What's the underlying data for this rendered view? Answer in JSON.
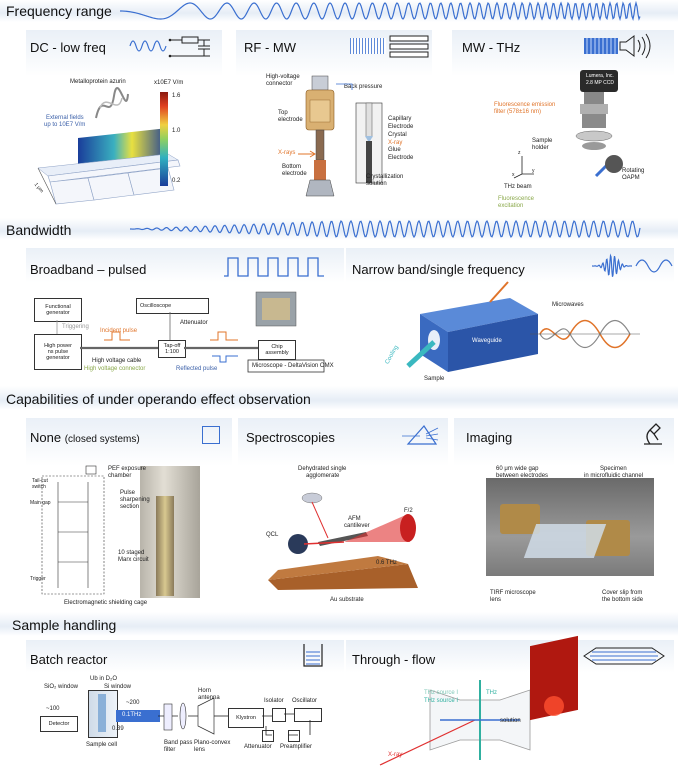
{
  "sections": {
    "frequency": "Frequency range",
    "bandwidth": "Bandwidth",
    "capabilities": "Capabilities of under operando effect observation",
    "sample": "Sample handling"
  },
  "panels": {
    "dc": {
      "title": "DC - low freq",
      "protein": "Metalloprotein azurin",
      "fields_1": "External fields",
      "fields_2": "up to 10E7 V/m",
      "scale_unit": "x10E7 V/m",
      "scale_ticks": [
        "1.6",
        "1.0",
        "0.2"
      ],
      "length": "1 μm"
    },
    "rf": {
      "title": "RF - MW",
      "hv_1": "High-voltage",
      "hv_2": "connector",
      "back_pressure": "Back pressure",
      "top_1": "Top",
      "top_2": "electrode",
      "capillary": "Capillary",
      "electrode": "Electrode",
      "crystal": "Crystal",
      "xray": "X-ray",
      "glue": "Glue",
      "electrode2": "Electrode",
      "xrays": "X-rays",
      "bottom_1": "Bottom",
      "bottom_2": "electrode",
      "cryst_1": "Crystallization",
      "cryst_2": "solution"
    },
    "thz": {
      "title": "MW - THz",
      "camera_1": "Lumera, Inc.",
      "camera_2": "2.8 MP CCD",
      "filter_1": "Fluorescence emission",
      "filter_2": "filter (578±16 nm)",
      "holder_1": "Sample",
      "holder_2": "holder",
      "beam": "THz beam",
      "rotating": "Rotating",
      "oapm": "OAPM",
      "excitation_1": "Fluorescence",
      "excitation_2": "excitation",
      "ax_x": "x",
      "ax_y": "y",
      "ax_z": "z"
    },
    "broadband": {
      "title": "Broadband – pulsed",
      "func_1": "Functional",
      "func_2": "generator",
      "triggering": "Triggering",
      "gen_1": "High power",
      "gen_2": "ns pulse",
      "gen_3": "generator",
      "oscilloscope": "Oscilloscope",
      "attenuator": "Attenuator",
      "incident": "Incident pulse",
      "tapoff_1": "Tap-off",
      "tapoff_2": "1:100",
      "chip_1": "Chip",
      "chip_2": "assembly",
      "hv_cable": "High voltage cable",
      "hv_connector": "High voltage connector",
      "reflected": "Reflected pulse",
      "microscope": "Microscope - DeltaVision OMX"
    },
    "narrow": {
      "title": "Narrow band/single frequency",
      "waveguide": "Waveguide",
      "microwaves": "Microwaves",
      "cooling": "Cooling",
      "sample": "Sample"
    },
    "none": {
      "title": "None",
      "subtitle": "(closed systems)",
      "pef_1": "PEF exposure",
      "pef_2": "chamber",
      "tailcut_1": "Tail-cut",
      "tailcut_2": "switch",
      "main_gap": "Main gap",
      "pulse_1": "Pulse",
      "pulse_2": "sharpening",
      "pulse_3": "section",
      "marx_1": "10 staged",
      "marx_2": "Marx circuit",
      "trigger": "Trigger",
      "shield": "Electromagnetic shielding cage"
    },
    "spectro": {
      "title": "Spectroscopies",
      "agg_1": "Dehydrated single",
      "agg_2": "agglomerate",
      "afm_1": "AFM",
      "afm_2": "cantilever",
      "qcl": "QCL",
      "f2": "F/2",
      "thz": "0.6 THz",
      "au": "Au substrate"
    },
    "imaging": {
      "title": "Imaging",
      "gap_1": "60 μm wide gap",
      "gap_2": "between electrodes",
      "spec_1": "Specimen",
      "spec_2": "in microfluidic channel",
      "tirf_1": "TIRF microscope",
      "tirf_2": "lens",
      "cover_1": "Cover slip from",
      "cover_2": "the bottom side"
    },
    "batch": {
      "title": "Batch reactor",
      "sio2": "SiO₂ window",
      "ub": "Ub in D₂O",
      "si": "Si window",
      "n200": "~200",
      "n100": "~100",
      "detector": "Detector",
      "thz": "0.1THz",
      "n039": "0.39",
      "cell": "Sample cell",
      "horn_1": "Horn",
      "horn_2": "antenna",
      "klystron": "Klystron",
      "isolator": "Isolator",
      "oscillator": "Oscillator",
      "bpf_1": "Band pass",
      "bpf_2": "filter",
      "lens_1": "Plano-convex",
      "lens_2": "lens",
      "attenuator": "Attenuator",
      "preamp": "Preamplifier"
    },
    "flow": {
      "title": "Through - flow",
      "src1": "THz source I",
      "src2": "THz source I",
      "thz": "THz",
      "solution": "solution",
      "xray": "X-ray"
    }
  },
  "colors": {
    "accent": "#3a6fd0",
    "band": "#dce6f3",
    "orange": "#e0742a",
    "green": "#8aa84a",
    "panel": "#eaf0f7"
  }
}
